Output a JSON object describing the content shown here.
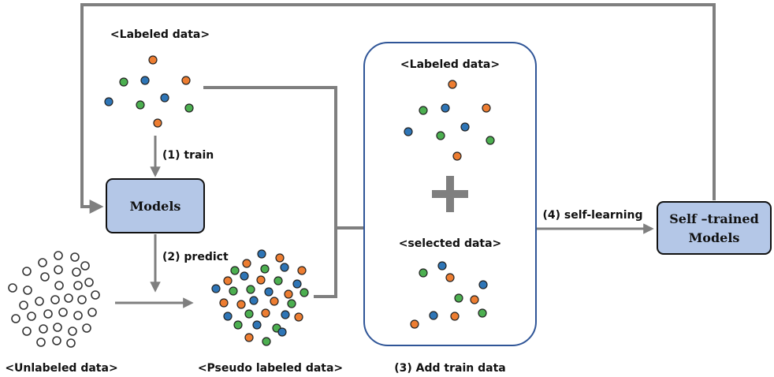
{
  "labels": {
    "labeled_top": "<Labeled data>",
    "train": "(1) train",
    "predict": "(2) predict",
    "unlabeled": "<Unlabeled data>",
    "pseudo": "<Pseudo labeled data>",
    "labeled_panel": "<Labeled data>",
    "selected": "<selected data>",
    "add_train": "(3) Add train data",
    "self_learning": "(4) self-learning"
  },
  "boxes": {
    "models": "Models",
    "self_trained_line1": "Self –trained",
    "self_trained_line2": "Models"
  },
  "plus_sign": "+",
  "colors": {
    "orange": "#ed7d31",
    "green": "#4caf50",
    "blue": "#2e75b6",
    "model_fill": "#b4c7e7",
    "panel_border": "#2f5597",
    "arrow": "#7f7f7f"
  }
}
